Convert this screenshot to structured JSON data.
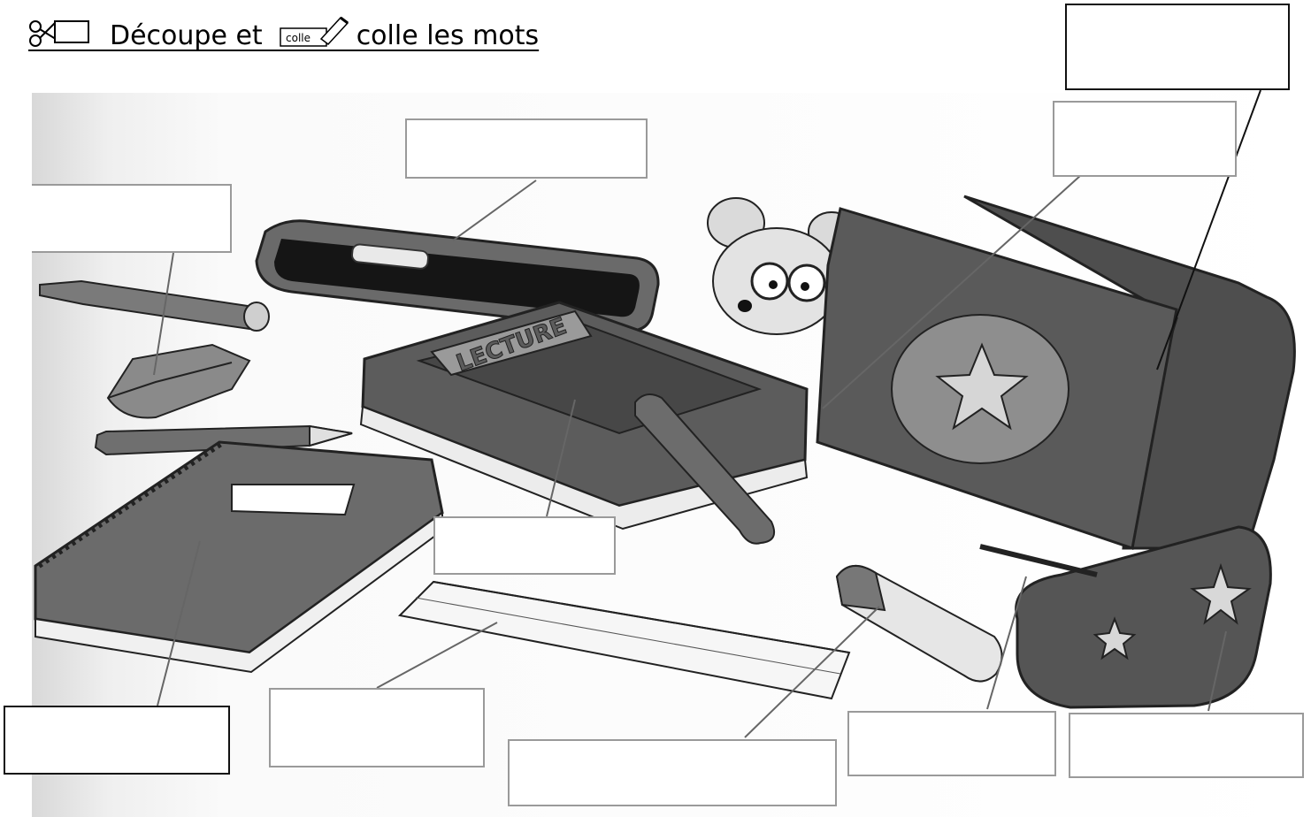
{
  "heading": {
    "part1": "Découpe et",
    "part2": "colle les mots",
    "glue_icon_label": "colle"
  },
  "worksheet": {
    "cover_word": "LECTURE",
    "label_boxes_count_note": ""
  },
  "colors": {
    "ink": "#111111",
    "box_grey": "#9a9a9a",
    "paper": "#ffffff"
  },
  "icons": [
    "scissors-icon",
    "glue-stick-icon"
  ]
}
